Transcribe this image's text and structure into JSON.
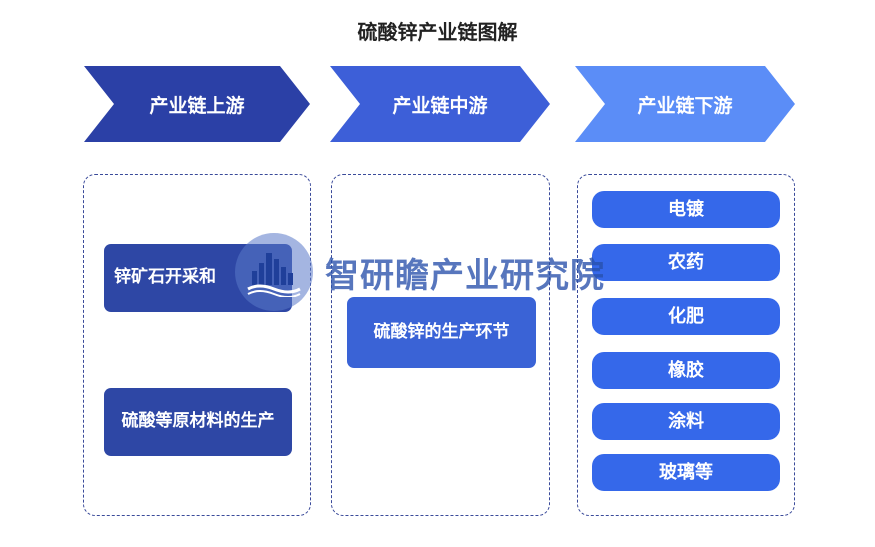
{
  "title": "硫酸锌产业链图解",
  "stages": [
    {
      "label": "产业链上游",
      "color": "#2b40a6"
    },
    {
      "label": "产业链中游",
      "color": "#3d5fd8"
    },
    {
      "label": "产业链下游",
      "color": "#5b8df7"
    }
  ],
  "upstream": [
    "锌矿石开采和",
    "硫酸等原材料的生产"
  ],
  "midstream": [
    "硫酸锌的生产环节"
  ],
  "downstream": [
    "电镀",
    "农药",
    "化肥",
    "橡胶",
    "涂料",
    "玻璃等"
  ],
  "watermark": {
    "text": "智研瞻产业研究院",
    "icon": "city-skyline-icon"
  }
}
